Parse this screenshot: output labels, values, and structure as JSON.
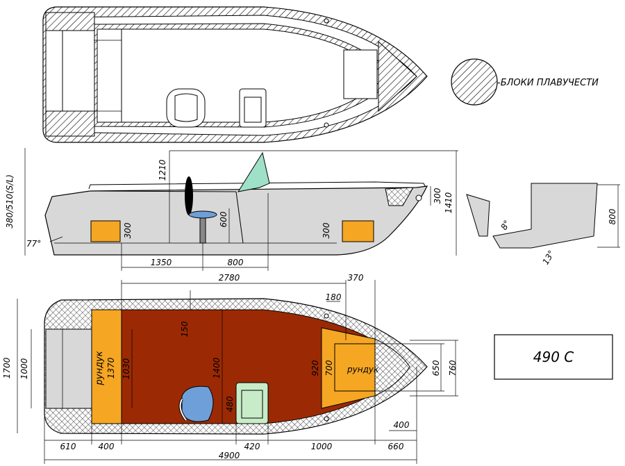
{
  "legend": {
    "label": "-БЛОКИ ПЛАВУЧЕСТИ"
  },
  "model": {
    "name": "490 С"
  },
  "side_view": {
    "dims": {
      "freeboard": "380/510(S/L)",
      "height_console": "1210",
      "height_total": "1410",
      "bow_locker": "300",
      "seat_height": "600",
      "locker_left": "300",
      "locker_right": "300",
      "seat_pos": "1350",
      "console_pos": "800",
      "transom_angle": "77°"
    }
  },
  "transom_view": {
    "dims": {
      "height": "800",
      "angle_a": "8°",
      "angle_b": "13°"
    }
  },
  "plan_view": {
    "dims": {
      "cockpit_length": "2780",
      "bow_offset": "370",
      "rib_gap": "180",
      "beam_overall": "1700",
      "transom_well": "1000",
      "locker_width": "1370",
      "locker_depth": "1030",
      "side_deck": "150",
      "inner_beam": "1400",
      "front_locker_w": "920",
      "front_locker_d": "700",
      "console_w": "480",
      "bow_hatch_w": "650",
      "bow_hatch_outer": "760",
      "bow_hatch_len": "400",
      "stern_offset": "610",
      "stern_locker": "400",
      "seat_gap": "420",
      "console_to_bow": "1000",
      "bow_length": "660",
      "length_overall": "4900"
    },
    "labels": {
      "aft_locker": "рундук",
      "fwd_locker": "рундук"
    }
  },
  "colors": {
    "locker": "#f5a623",
    "floor": "#9b2a04",
    "hull": "#d8d8d8",
    "seat": "#6f9fd8",
    "console": "#c8ecc8",
    "glass": "#9ee0c8"
  }
}
